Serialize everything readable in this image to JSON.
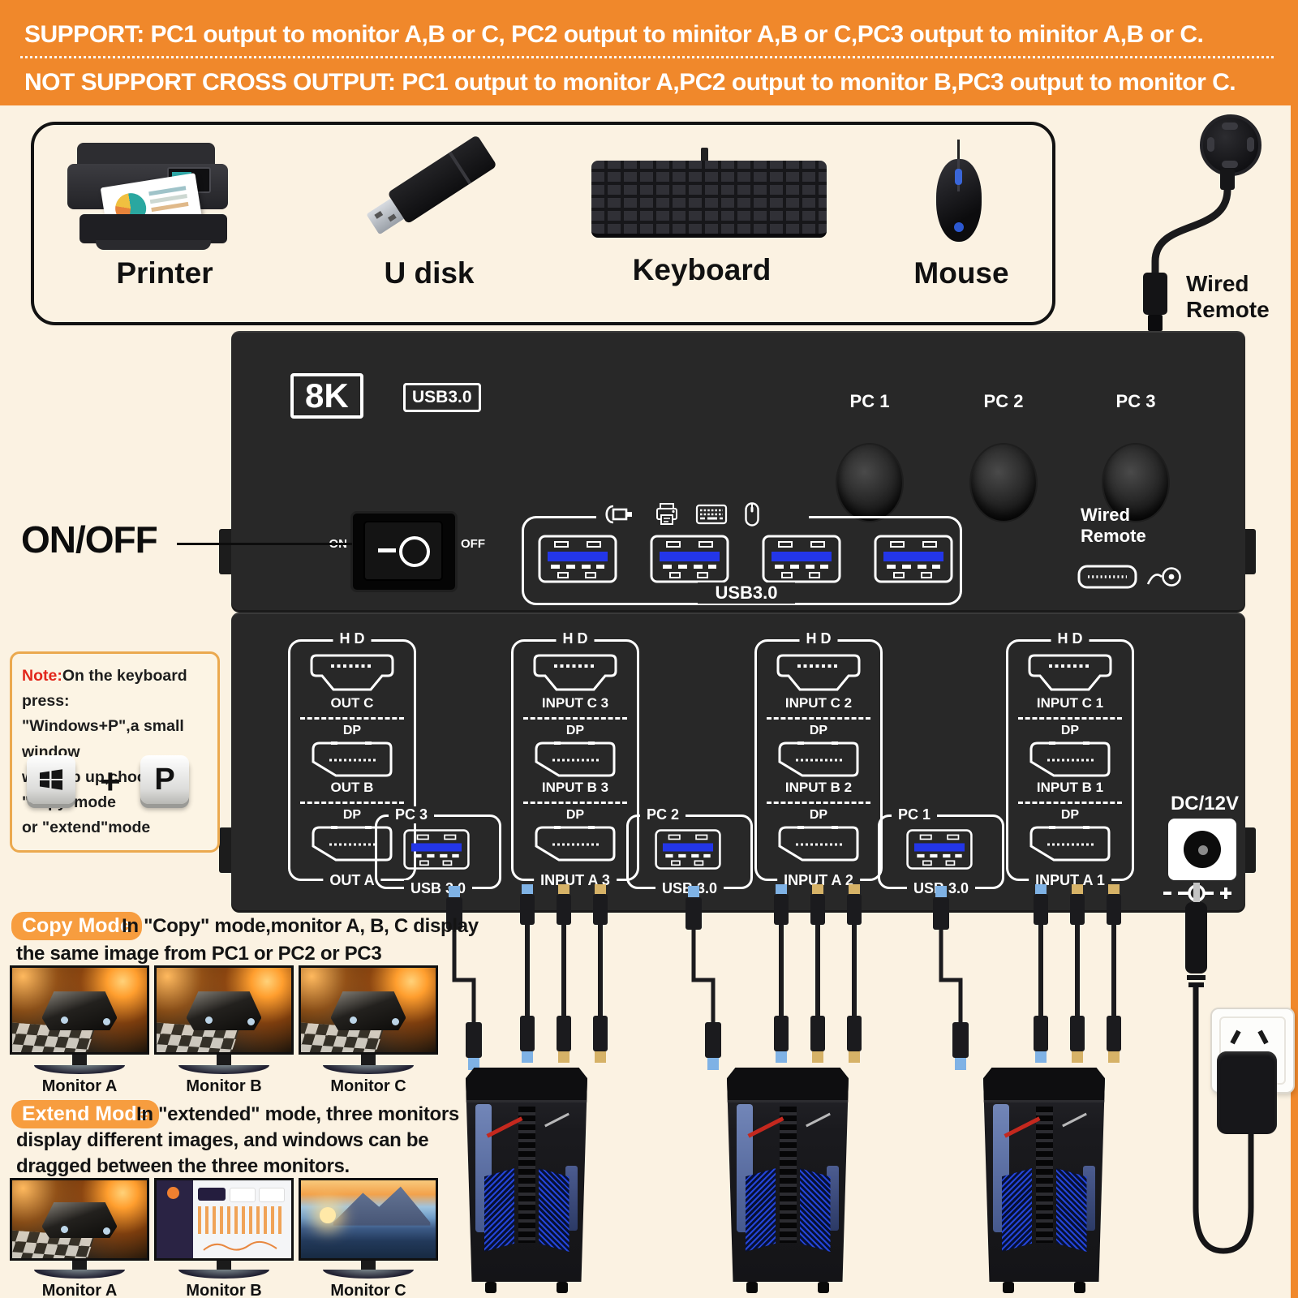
{
  "banner": {
    "line1": "SUPPORT: PC1 output to monitor A,B or C, PC2 output to minitor A,B or C,PC3 output to minitor A,B or C.",
    "line2": "NOT SUPPORT CROSS OUTPUT: PC1 output to monitor A,PC2 output to monitor B,PC3 output to monitor C."
  },
  "devices": {
    "printer_label": "Printer",
    "udisk_label": "U disk",
    "keyboard_label": "Keyboard",
    "mouse_label": "Mouse",
    "wired_remote_line1": "Wired",
    "wired_remote_line2": "Remote"
  },
  "front_panel": {
    "badge_8k": "8K",
    "badge_usb30": "USB3.0",
    "pc_buttons": [
      "PC 1",
      "PC 2",
      "PC 3"
    ],
    "power_label": "ON/OFF",
    "on_label": "ON",
    "off_label": "OFF",
    "usb_group_label": "USB3.0",
    "wired_remote_line1": "Wired",
    "wired_remote_line2": "Remote"
  },
  "rear_panel": {
    "out_group": {
      "top_label": "H D",
      "portC_label": "OUT C",
      "dp_label1": "DP",
      "portB_label": "OUT B",
      "dp_label2": "DP",
      "portA_label": "OUT A"
    },
    "pc3_group": {
      "top_label": "H D",
      "portC_label": "INPUT C 3",
      "dp_label1": "DP",
      "portB_label": "INPUT B 3",
      "dp_label2": "DP",
      "portA_label": "INPUT A 3",
      "pc_label": "PC 3",
      "usb_label": "USB 3.0"
    },
    "pc2_group": {
      "top_label": "H D",
      "portC_label": "INPUT C 2",
      "dp_label1": "DP",
      "portB_label": "INPUT B 2",
      "dp_label2": "DP",
      "portA_label": "INPUT A 2",
      "pc_label": "PC 2",
      "usb_label": "USB 3.0"
    },
    "pc1_group": {
      "top_label": "H D",
      "portC_label": "INPUT C 1",
      "dp_label1": "DP",
      "portB_label": "INPUT B 1",
      "dp_label2": "DP",
      "portA_label": "INPUT A 1",
      "pc_label": "PC 1",
      "usb_label": "USB 3.0"
    },
    "dc_label": "DC/12V"
  },
  "note": {
    "prefix": "Note:",
    "line1": "On the keyboard press:",
    "line2": "\"Windows+P\",a small window",
    "line3": "will pop up,choose \"copy\"mode",
    "line4": "or \"extend\"mode",
    "plus": "+",
    "p_key": "P"
  },
  "copy_mode": {
    "badge": "Copy Mode",
    "text_line1": "In \"Copy\" mode,monitor A, B, C display",
    "text_line2": "the same image from PC1 or PC2 or PC3",
    "monitors": [
      "Monitor A",
      "Monitor B",
      "Monitor C"
    ]
  },
  "extend_mode": {
    "badge": "Extend Mode",
    "text_line1": "In \"extended\" mode, three monitors",
    "text_line2": "display different images, and windows can be",
    "text_line3": "dragged between the three monitors.",
    "monitors": [
      "Monitor A",
      "Monitor B",
      "Monitor C"
    ]
  },
  "colors": {
    "banner_orange": "#f0882b",
    "background": "#fbf2e2",
    "panel_black": "#282828",
    "usb_blue": "#2336e8",
    "badge_orange": "#f79d3f",
    "note_red": "#e2261b"
  }
}
